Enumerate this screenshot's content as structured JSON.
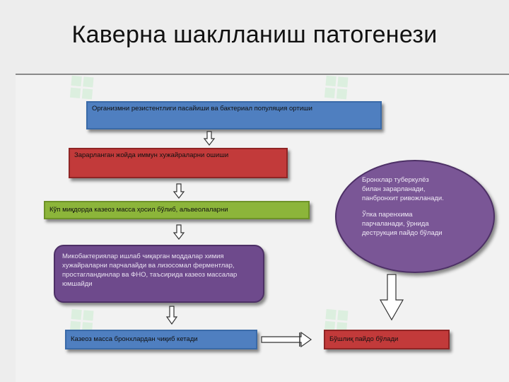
{
  "slide": {
    "title": "Каверна шаклланиш патогенези"
  },
  "diagram": {
    "boxes": {
      "b1": "Организмни резистентлиги пасайиши ва бактериал популяция ортиши",
      "b2": "Зарарланган жойда иммун хужайраларни ошиши",
      "b3": "Кўп миқдорда казеоз масса ҳосил бўлиб, альвеолаларни",
      "b4": "Микобактериялар ишлаб чиқарган моддалар химия хужайраларни парчалайди ва лизосомал ферментлар, простагландинлар ва ФНО, таъсирида казеоз массалар юмшайди",
      "b5": "Казеоз масса бронхлардан чиқиб кетади",
      "b6": "Бўшлиқ пайдо бўлади"
    },
    "ellipse": {
      "line1": "Бронхлар туберкулёз",
      "line2": "билан зарарланади,",
      "line3": "панбронхит ривожланади.",
      "line4": "Ўпка паренхима",
      "line5": "парчаланади, ўрнида",
      "line6": "деструкция пайдо бўлади"
    },
    "colors": {
      "blue": "#4f7fc0",
      "red": "#c23a3a",
      "green": "#8cb53a",
      "purple": "#6e4a8c"
    }
  }
}
